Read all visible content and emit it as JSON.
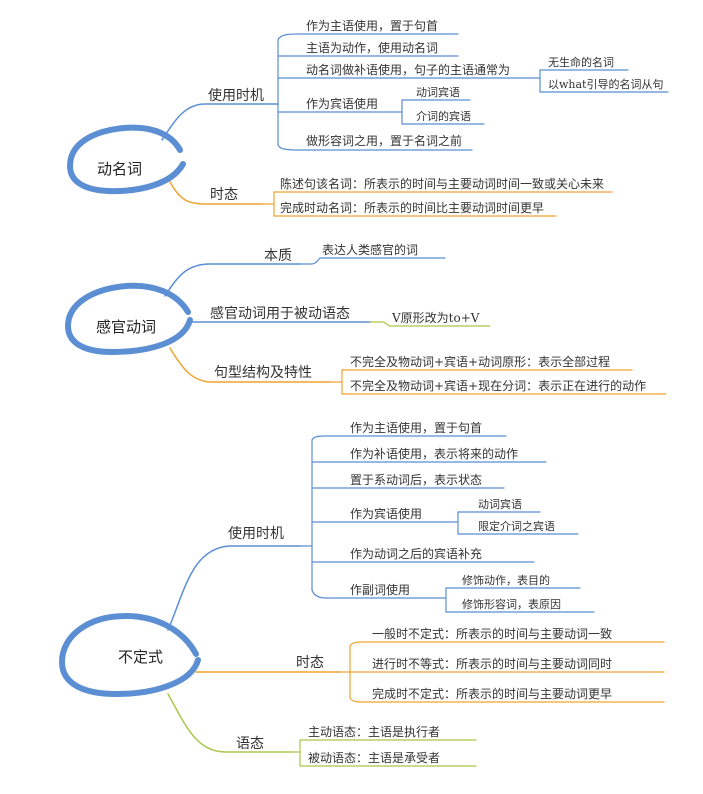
{
  "colors": {
    "primary": "#5b8ed3",
    "secondary": "#f0a32f",
    "tertiary": "#a8c84a",
    "divider": "#cfcfcf"
  },
  "gerund": {
    "title": "动名词",
    "usage": {
      "label": "使用时机",
      "items": [
        "作为主语使用，置于句首",
        "主语为动作，使用动名词",
        "动名词做补语使用，句子的主语通常为",
        "作为宾语使用",
        "做形容词之用，置于名词之前"
      ],
      "complement_sub": [
        "无生命的名词",
        "以what引导的名词从句"
      ],
      "object_sub": [
        "动词宾语",
        "介词的宾语"
      ]
    },
    "tense": {
      "label": "时态",
      "items": [
        "陈述句该名词：所表示的时间与主要动词时间一致或关心未来",
        "完成时动名词：所表示的时间比主要动词时间更早"
      ]
    }
  },
  "sense_verbs": {
    "title": "感官动词",
    "essence": {
      "label": "本质",
      "item": "表达人类感官的词"
    },
    "passive": {
      "label": "感官动词用于被动语态",
      "item": "V原形改为to+V"
    },
    "structure": {
      "label": "句型结构及特性",
      "items": [
        "不完全及物动词+宾语+动词原形：表示全部过程",
        "不完全及物动词+宾语+现在分词：表示正在进行的动作"
      ]
    }
  },
  "infinitive": {
    "title": "不定式",
    "usage": {
      "label": "使用时机",
      "items": [
        "作为主语使用，置于句首",
        "作为补语使用，表示将来的动作",
        "置于系动词后，表示状态",
        "作为宾语使用",
        "作为动词之后的宾语补充",
        "作副词使用"
      ],
      "object_sub": [
        "动词宾语",
        "限定介词之宾语"
      ],
      "adverb_sub": [
        "修饰动作，表目的",
        "修饰形容词，表原因"
      ]
    },
    "tense": {
      "label": "时态",
      "items": [
        "一般时不定式：所表示的时间与主要动词一致",
        "进行时不等式：所表示的时间与主要动词同时",
        "完成时不定式：所表示的时间与主要动词更早"
      ]
    },
    "voice": {
      "label": "语态",
      "items": [
        "主动语态：主语是执行者",
        "被动语态：主语是承受者"
      ]
    }
  }
}
